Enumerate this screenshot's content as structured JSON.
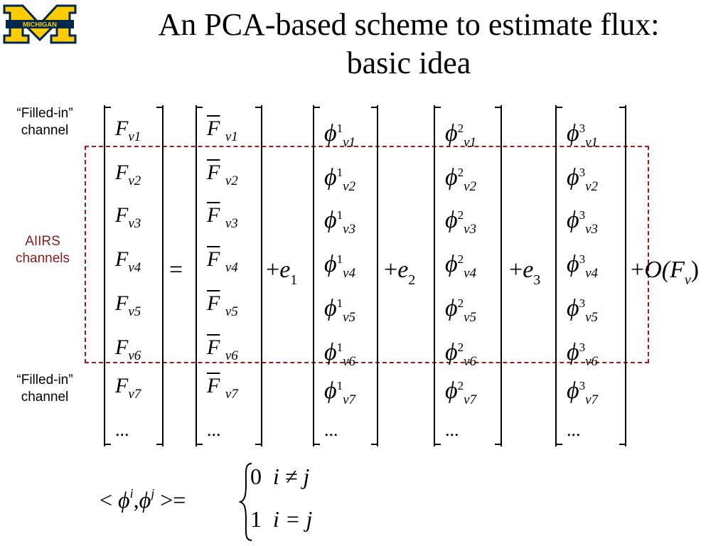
{
  "title": {
    "line1": "An PCA-based scheme to estimate flux:",
    "line2": "basic idea"
  },
  "logo": {
    "text": "MICHIGAN",
    "brand_color": "#00274c",
    "accent_color": "#ffcb05"
  },
  "labels": {
    "filled_top": [
      "“Filled-in”",
      "channel"
    ],
    "aiirs": [
      "AIIRS",
      "channels"
    ],
    "filled_bottom": [
      "“Filled-in”",
      "channel"
    ],
    "aiirs_color": "#8b1a1a"
  },
  "matrices": {
    "flux": [
      "v1",
      "v2",
      "v3",
      "v4",
      "v5",
      "v6",
      "v7"
    ],
    "mean": [
      "v1",
      "v2",
      "v3",
      "v4",
      "v5",
      "v6",
      "v7"
    ],
    "pc1": {
      "sup": "1",
      "subs": [
        "v1",
        "v2",
        "v3",
        "v4",
        "v5",
        "v6",
        "v7"
      ]
    },
    "pc2": {
      "sup": "2",
      "subs": [
        "v1",
        "v2",
        "v3",
        "v4",
        "v5",
        "v6",
        "v7"
      ]
    },
    "pc3": {
      "sup": "3",
      "subs": [
        "v1",
        "v2",
        "v3",
        "v4",
        "v5",
        "v6",
        "v7"
      ]
    },
    "dots": "..."
  },
  "symbols": {
    "F": "F",
    "phi": "ϕ",
    "equals": "=",
    "plus": "+",
    "e": "e",
    "e1_sub": "1",
    "e2_sub": "2",
    "e3_sub": "3",
    "remainder": "O(F",
    "remainder_sub": "v",
    "remainder_close": ")"
  },
  "orthogonality": {
    "lhs_open": "<",
    "sup_i": "i",
    "sup_j": "j",
    "comma": ",",
    "lhs_close": ">=",
    "case0_value": "0",
    "case0_cond": "i ≠ j",
    "case1_value": "1",
    "case1_cond": "i = j"
  },
  "dashed_box_color": "#a01a1a"
}
